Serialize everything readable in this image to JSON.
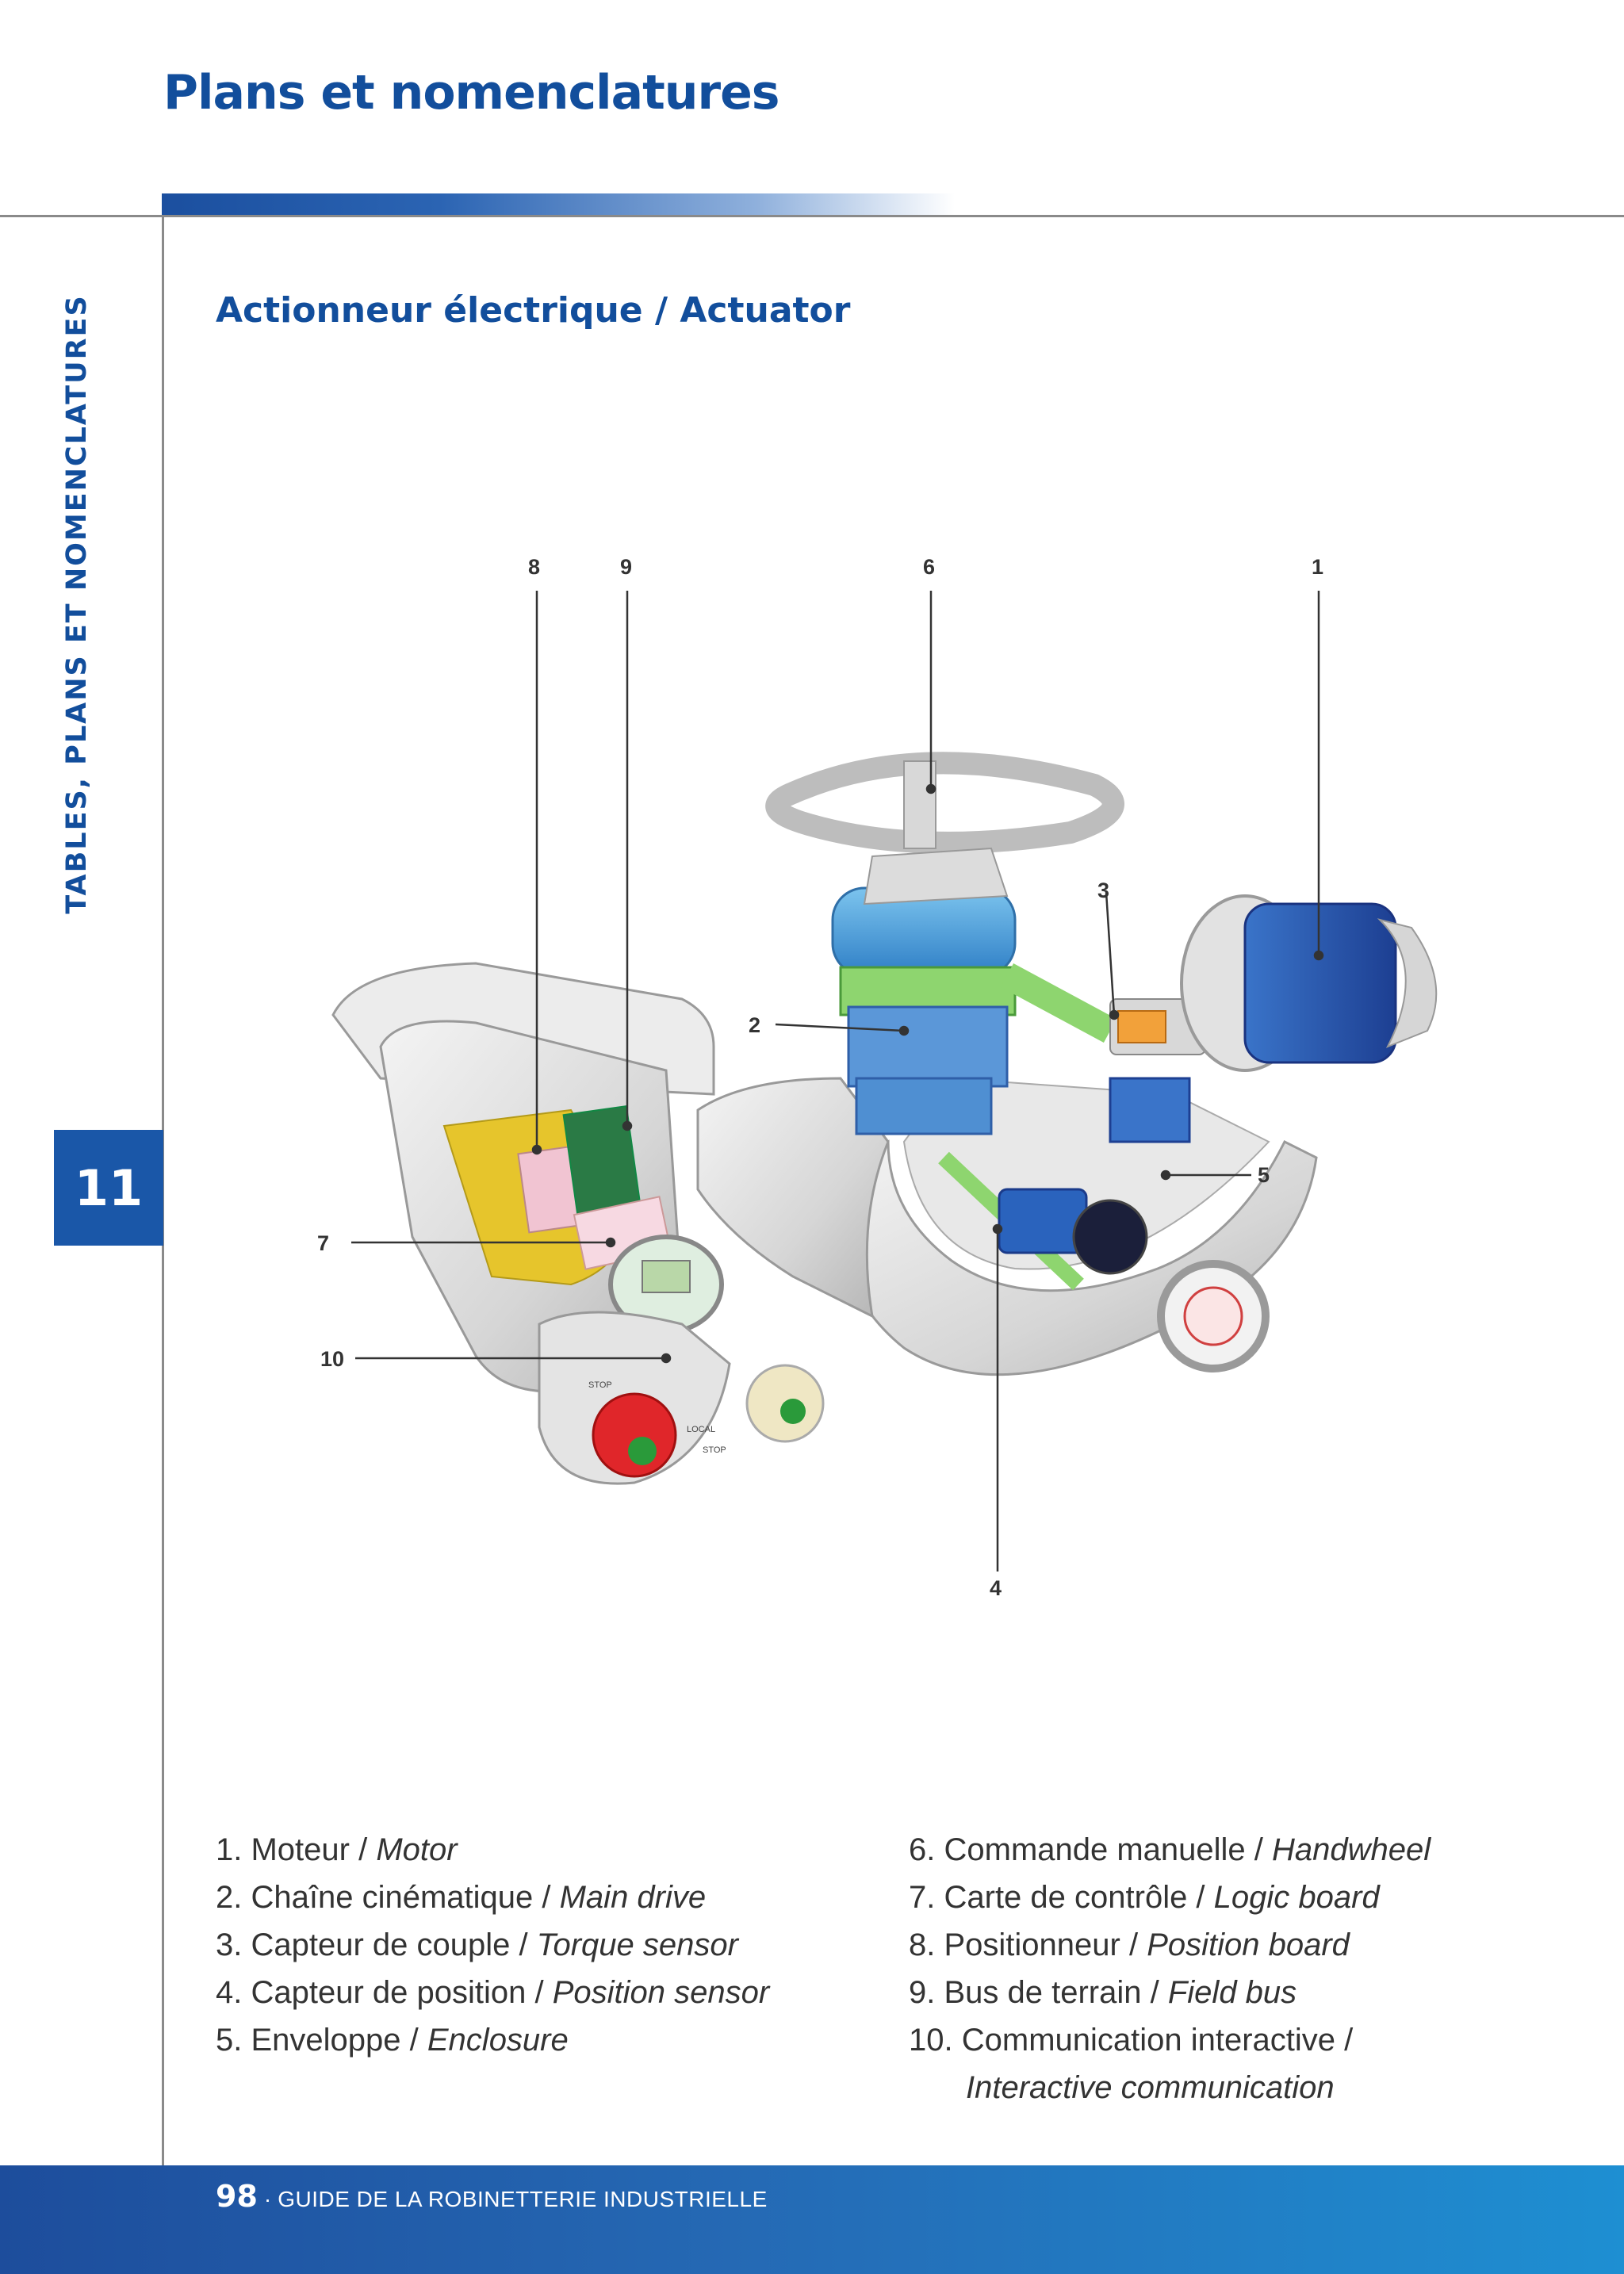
{
  "header": {
    "title": "Plans et nomenclatures"
  },
  "sidebar": {
    "vertical_label": "TABLES, PLANS ET NOMENCLATURES",
    "chapter_number": "11"
  },
  "section": {
    "title": "Actionneur électrique / Actuator"
  },
  "figure": {
    "callouts": [
      "1",
      "2",
      "3",
      "4",
      "5",
      "6",
      "7",
      "8",
      "9",
      "10"
    ],
    "panel_labels": [
      "STOP",
      "LOCAL",
      "STOP"
    ]
  },
  "legend": {
    "items": [
      {
        "num": "1.",
        "fr": "Moteur / ",
        "en": "Motor"
      },
      {
        "num": "2.",
        "fr": "Chaîne cinématique / ",
        "en": "Main drive"
      },
      {
        "num": "3.",
        "fr": "Capteur de couple / ",
        "en": "Torque sensor"
      },
      {
        "num": "4.",
        "fr": "Capteur de position / ",
        "en": "Position sensor"
      },
      {
        "num": "5.",
        "fr": "Enveloppe / ",
        "en": "Enclosure"
      },
      {
        "num": "6.",
        "fr": "Commande manuelle / ",
        "en": "Handwheel"
      },
      {
        "num": "7.",
        "fr": "Carte de contrôle / ",
        "en": "Logic board"
      },
      {
        "num": "8.",
        "fr": "Positionneur / ",
        "en": "Position board"
      },
      {
        "num": "9.",
        "fr": "Bus de terrain / ",
        "en": "Field bus"
      },
      {
        "num": "10.",
        "fr": "Communication interactive /",
        "en": "",
        "continuation": "Interactive communication"
      }
    ]
  },
  "footer": {
    "page_number": "98",
    "separator": "·",
    "guide_title": "GUIDE DE LA ROBINETTERIE INDUSTRIELLE"
  }
}
